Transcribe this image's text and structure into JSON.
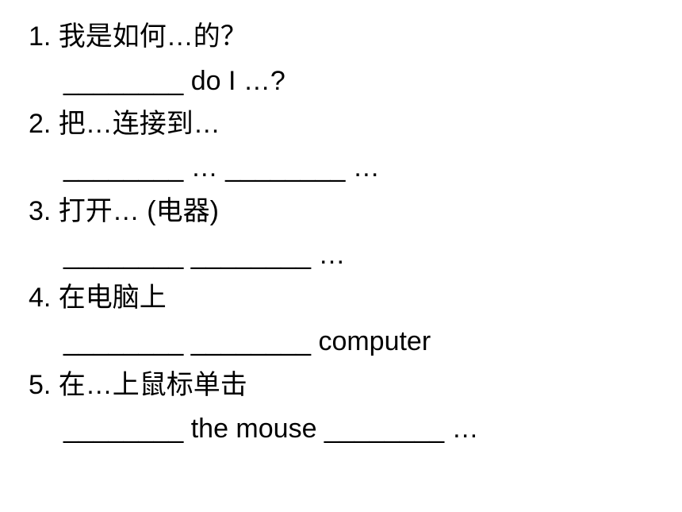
{
  "items": [
    {
      "question": "1. 我是如何…的？",
      "answer": "________ do I …?"
    },
    {
      "question": "2. 把…连接到…",
      "answer": "________ … ________ …"
    },
    {
      "question": "3. 打开… (电器)",
      "answer": "________ ________ …"
    },
    {
      "question": "4. 在电脑上",
      "answer": "________ ________ computer"
    },
    {
      "question": "5. 在…上鼠标单击",
      "answer": "________ the mouse ________ …"
    }
  ]
}
